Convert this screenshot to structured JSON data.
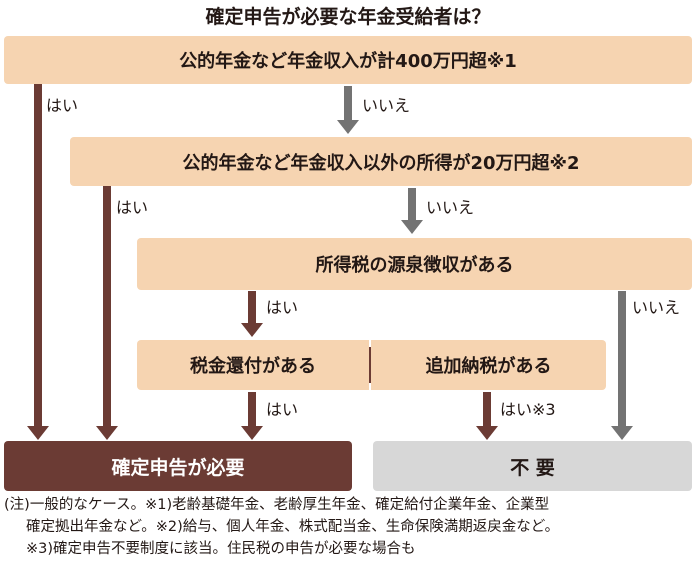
{
  "title": "確定申告が必要な年金受給者は？",
  "q1": "公的年金など年金収入が計400万円超※1",
  "q2": "公的年金など年金収入以外の所得が20万円超※2",
  "q3": "所得税の源泉徴収がある",
  "q4_left": "税金還付がある",
  "q4_right": "追加納税がある",
  "labels": {
    "yes": "はい",
    "no": "いいえ",
    "yes3": "はい※3"
  },
  "results": {
    "required": "確定申告が必要",
    "not_required": "不 要"
  },
  "notes": [
    "(注)一般的なケース。※1)老齢基礎年金、老齢厚生年金、確定給付企業年金、企業型",
    "確定拠出年金など。※2)給与、個人年金、株式配当金、生命保険満期返戻金など。",
    "※3)確定申告不要制度に該当。住民税の申告が必要な場合も"
  ],
  "colors": {
    "box": "#f6d4b1",
    "required": "#6b3b34",
    "not_required": "#d7d7d7",
    "yes_arrow": "#6b3b34",
    "no_arrow": "#737373"
  }
}
